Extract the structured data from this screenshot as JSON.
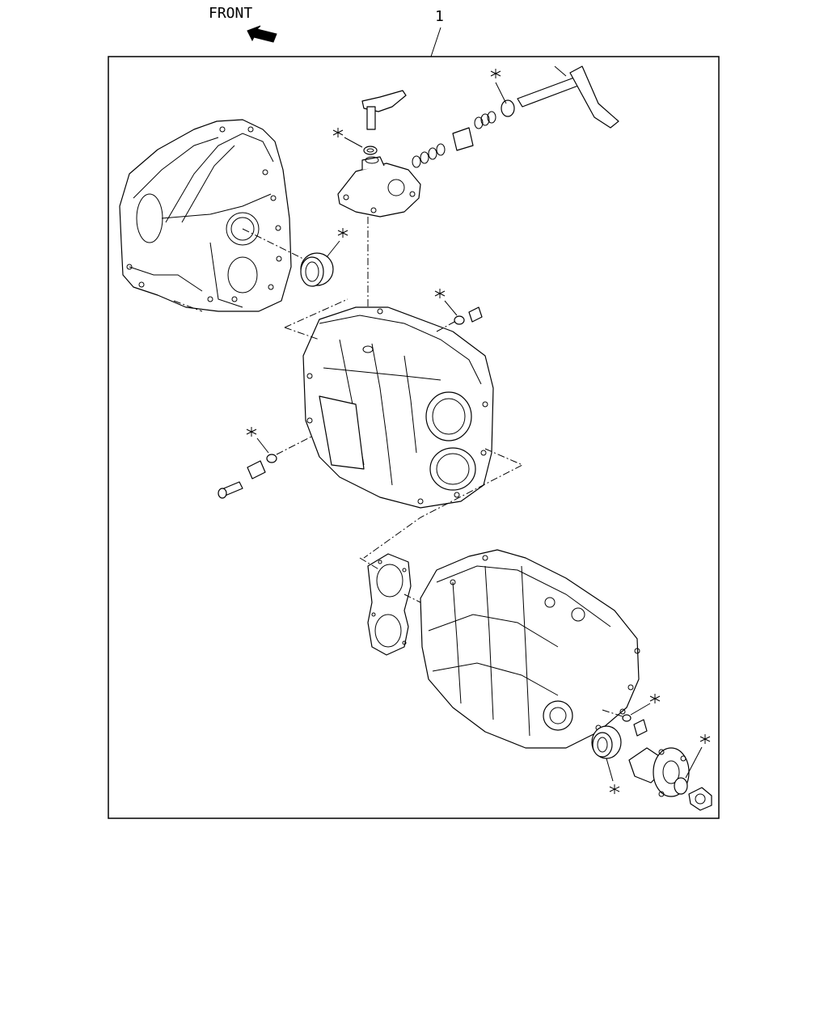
{
  "diagram": {
    "front_label": "FRONT",
    "callout_number": "1",
    "icons": {
      "front_arrow": "front-direction-arrow-icon",
      "asterisk": "asterisk-marker-icon"
    },
    "parts": [
      "clutch-housing",
      "front-oil-seal",
      "shift-lever-quadrant-box",
      "shift-lever",
      "shift-rod",
      "intermediate-plate",
      "transmission-case",
      "gasket",
      "rear-oil-seal",
      "companion-flange",
      "flange-nut",
      "drain-plug",
      "plug-with-washer",
      "bolt"
    ]
  }
}
